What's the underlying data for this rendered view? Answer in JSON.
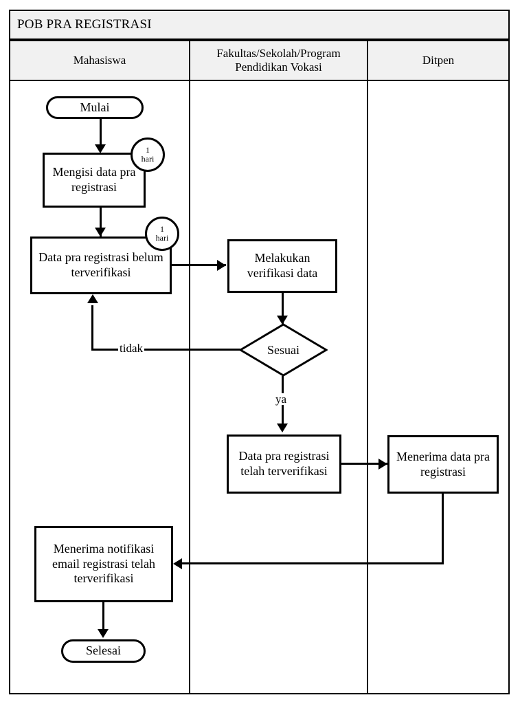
{
  "document": {
    "title": "POB PRA REGISTRASI"
  },
  "lanes": [
    {
      "id": "mahasiswa",
      "label": "Mahasiswa"
    },
    {
      "id": "fakultas",
      "label": "Fakultas/Sekolah/Program Pendidikan Vokasi"
    },
    {
      "id": "ditpen",
      "label": "Ditpen"
    }
  ],
  "nodes": {
    "start": {
      "label": "Mulai",
      "shape": "terminator",
      "lane": "mahasiswa"
    },
    "isi_data": {
      "label": "Mengisi data pra registrasi",
      "shape": "process",
      "lane": "mahasiswa"
    },
    "belum_verif": {
      "label": "Data pra registrasi belum terverifikasi",
      "shape": "process",
      "lane": "mahasiswa"
    },
    "verifikasi": {
      "label": "Melakukan verifikasi data",
      "shape": "process",
      "lane": "fakultas"
    },
    "sesuai": {
      "label": "Sesuai",
      "shape": "decision",
      "lane": "fakultas"
    },
    "telah_verif": {
      "label": "Data pra registrasi telah terverifikasi",
      "shape": "process",
      "lane": "fakultas"
    },
    "terima_data": {
      "label": "Menerima data pra registrasi",
      "shape": "process",
      "lane": "ditpen"
    },
    "terima_notif": {
      "label": "Menerima notifikasi email registrasi telah terverifikasi",
      "shape": "process",
      "lane": "mahasiswa"
    },
    "end": {
      "label": "Selesai",
      "shape": "terminator",
      "lane": "mahasiswa"
    }
  },
  "duration_badges": [
    {
      "id": "badge_isi_data",
      "value": "1",
      "unit": "hari"
    },
    {
      "id": "badge_belum_verif",
      "value": "1",
      "unit": "hari"
    }
  ],
  "edge_labels": {
    "tidak": "tidak",
    "ya": "ya"
  },
  "colors": {
    "line": "#000000",
    "header_fill": "#f1f1f1",
    "node_fill": "#ffffff",
    "page_background": "#ffffff"
  }
}
